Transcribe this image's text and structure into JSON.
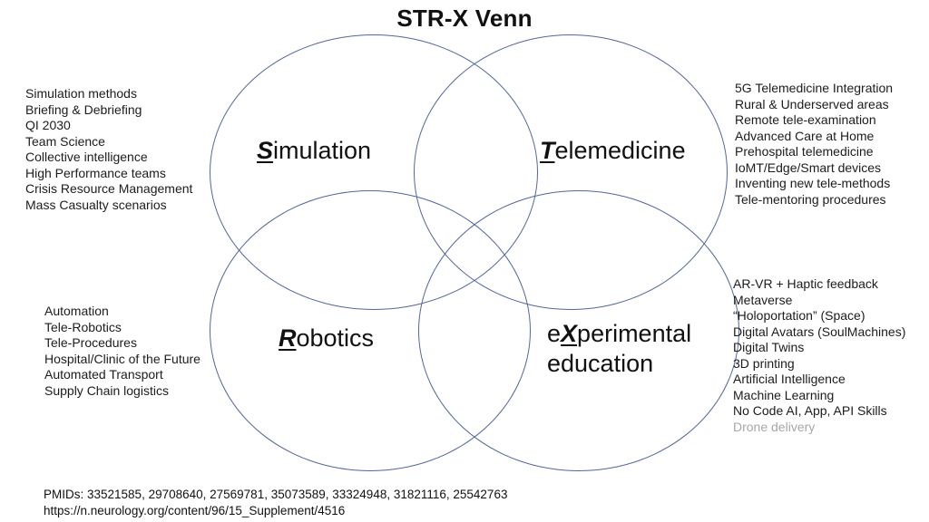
{
  "title": "STR-X Venn",
  "colors": {
    "circle_stroke": "#52679b",
    "text": "#1c1c1c",
    "muted_text": "#a7a7a7"
  },
  "venn": {
    "simulation": {
      "initial": "S",
      "rest": "imulation"
    },
    "telemedicine": {
      "initial": "T",
      "rest": "elemedicine"
    },
    "robotics": {
      "initial": "R",
      "rest": "obotics"
    },
    "experimental": {
      "pre": "e",
      "initial": "X",
      "rest": "perimental",
      "line2": "education"
    }
  },
  "lists": {
    "simulation": {
      "items": [
        "Simulation methods",
        "Briefing & Debriefing",
        "QI 2030",
        "Team Science",
        "Collective intelligence",
        "High Performance teams",
        "Crisis Resource Management",
        "Mass Casualty scenarios"
      ]
    },
    "telemedicine": {
      "items": [
        "5G Telemedicine Integration",
        "Rural & Underserved areas",
        "Remote tele-examination",
        "Advanced Care at Home",
        "Prehospital telemedicine",
        "IoMT/Edge/Smart devices",
        "Inventing new tele-methods",
        "Tele-mentoring procedures"
      ]
    },
    "robotics": {
      "items": [
        "Automation",
        "Tele-Robotics",
        "Tele-Procedures",
        "Hospital/Clinic of the Future",
        "Automated Transport",
        "Supply Chain logistics"
      ]
    },
    "experimental": {
      "items": [
        "AR-VR + Haptic feedback",
        "Metaverse",
        "“Holoportation” (Space)",
        "Digital Avatars (SoulMachines)",
        "Digital Twins",
        "3D printing",
        "Artificial Intelligence",
        "Machine Learning",
        "No Code AI, App, API Skills",
        "Drone delivery"
      ],
      "muted_items": [
        "Drone delivery"
      ]
    }
  },
  "footer": {
    "pmids": "PMIDs: 33521585, 29708640, 27569781, 35073589, 33324948, 31821116, 25542763",
    "url": "https://n.neurology.org/content/96/15_Supplement/4516"
  }
}
